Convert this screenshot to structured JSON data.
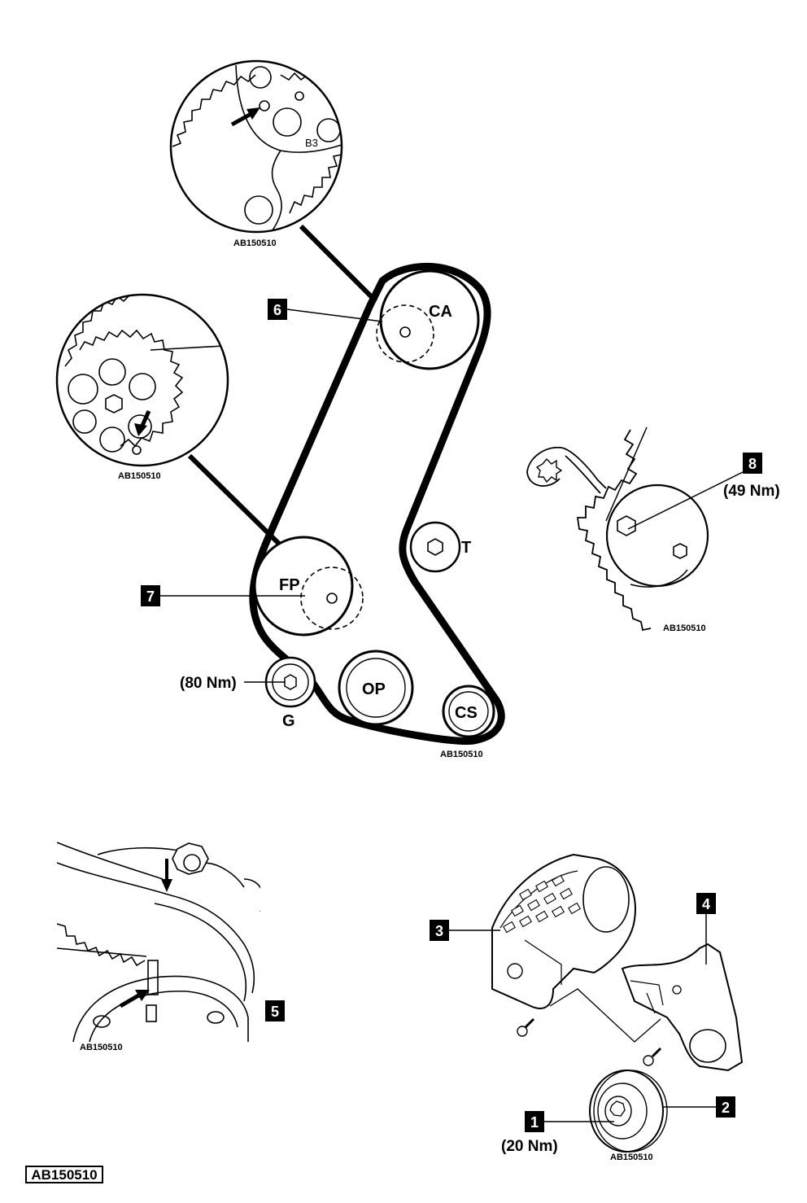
{
  "pulleys": {
    "ca": "CA",
    "fp": "FP",
    "t": "T",
    "op": "OP",
    "cs": "CS",
    "g": "G"
  },
  "callouts": {
    "c1": "1",
    "c2": "2",
    "c3": "3",
    "c4": "4",
    "c5": "5",
    "c6": "6",
    "c7": "7",
    "c8": "8"
  },
  "torques": {
    "g": "(80 Nm)",
    "c8": "(49 Nm)",
    "c1": "(20 Nm)"
  },
  "detail_marks": {
    "camshaft_mark": "B3"
  },
  "references": {
    "top_inset": "AB150510",
    "left_inset": "AB150510",
    "main_belt": "AB150510",
    "tensioner": "AB150510",
    "crank_inset": "AB150510",
    "crank_pulley": "AB150510",
    "figure_id": "AB150510"
  }
}
